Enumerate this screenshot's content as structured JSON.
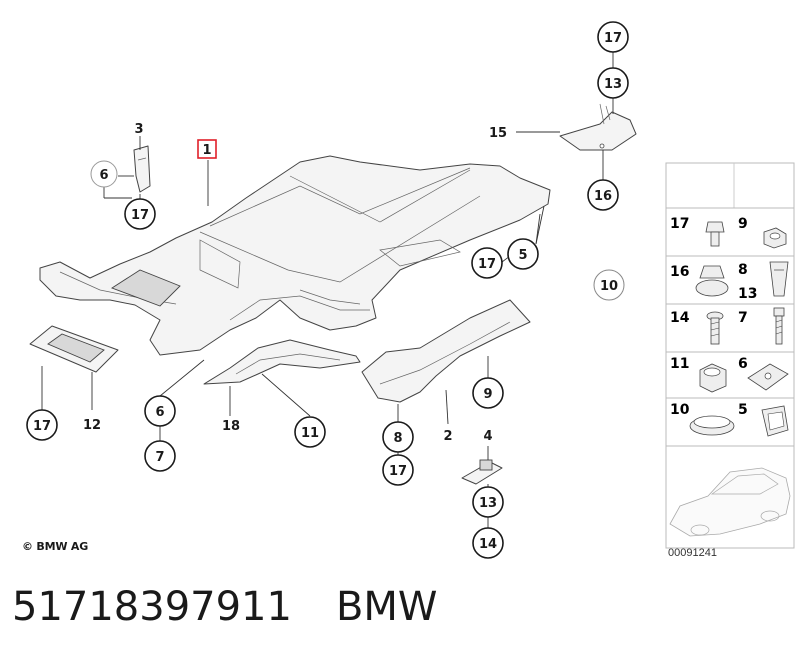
{
  "diagram": {
    "callouts": [
      {
        "id": "c17a",
        "label": "17"
      },
      {
        "id": "c13a",
        "label": "13"
      },
      {
        "id": "c15",
        "label": "15"
      },
      {
        "id": "c16",
        "label": "16"
      },
      {
        "id": "c3",
        "label": "3"
      },
      {
        "id": "c1",
        "label": "1"
      },
      {
        "id": "c6a",
        "label": "6"
      },
      {
        "id": "c17b",
        "label": "17"
      },
      {
        "id": "c17c",
        "label": "17"
      },
      {
        "id": "c5",
        "label": "5"
      },
      {
        "id": "c10",
        "label": "10"
      },
      {
        "id": "c17d",
        "label": "17"
      },
      {
        "id": "c12",
        "label": "12"
      },
      {
        "id": "c6b",
        "label": "6"
      },
      {
        "id": "c7",
        "label": "7"
      },
      {
        "id": "c18",
        "label": "18"
      },
      {
        "id": "c11",
        "label": "11"
      },
      {
        "id": "c9",
        "label": "9"
      },
      {
        "id": "c8",
        "label": "8"
      },
      {
        "id": "c2",
        "label": "2"
      },
      {
        "id": "c17e",
        "label": "17"
      },
      {
        "id": "c4",
        "label": "4"
      },
      {
        "id": "c13b",
        "label": "13"
      },
      {
        "id": "c14",
        "label": "14"
      }
    ],
    "legend": [
      {
        "left": "17",
        "right": "9"
      },
      {
        "left": "16",
        "right": "8",
        "right_extra": "13"
      },
      {
        "left": "14",
        "right": "7"
      },
      {
        "left": "11",
        "right": "6"
      },
      {
        "left": "10",
        "right": "5"
      }
    ],
    "copyright": "© BMW AG",
    "diagram_id": "00091241"
  },
  "footer": {
    "part_number": "51718397911",
    "brand": "BMW"
  },
  "colors": {
    "highlight_box": "#e0202a",
    "line": "#1a1a1a",
    "part_fill": "#f4f4f4"
  }
}
